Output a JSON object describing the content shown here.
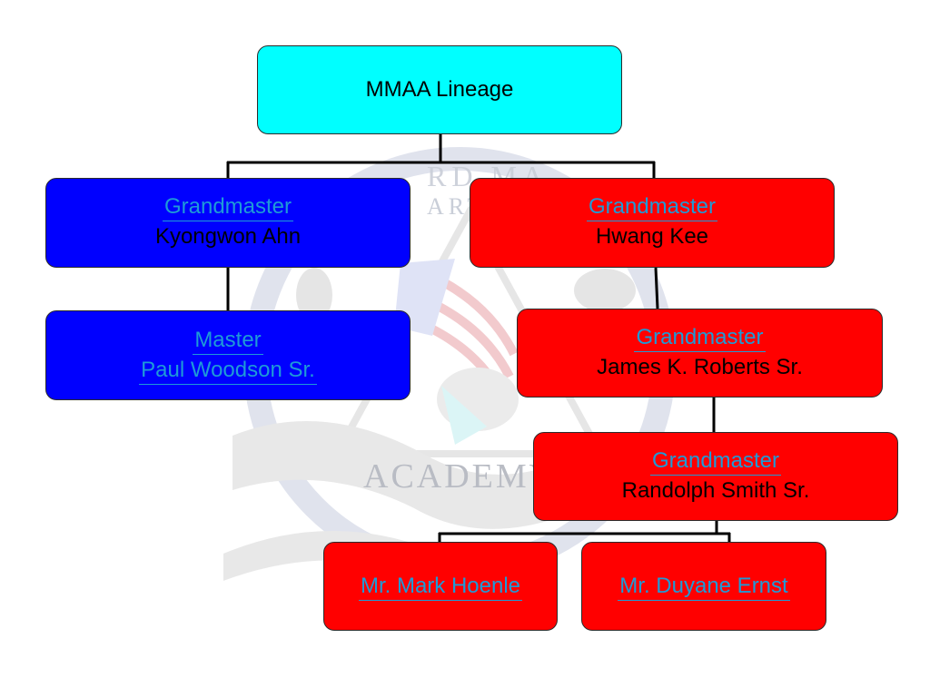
{
  "diagram": {
    "root": {
      "label": "MMAA Lineage"
    },
    "nodes": {
      "ahn": {
        "rank": "Grandmaster",
        "name": "Kyongwon Ahn",
        "color": "#0000ff"
      },
      "kee": {
        "rank": "Grandmaster",
        "name": "Hwang Kee",
        "color": "#ff0000"
      },
      "woodson": {
        "rank": "Master",
        "name": "Paul Woodson Sr.",
        "color": "#0000ff"
      },
      "roberts": {
        "rank": "Grandmaster",
        "name": "James K. Roberts Sr.",
        "color": "#ff0000"
      },
      "smith": {
        "rank": "Grandmaster",
        "name": "Randolph Smith Sr.",
        "color": "#ff0000"
      },
      "hoenle": {
        "name": "Mr. Mark Hoenle",
        "color": "#ff0000"
      },
      "ernst": {
        "name": "Mr. Duyane Ernst",
        "color": "#ff0000"
      }
    },
    "edges": [
      [
        "root",
        "ahn"
      ],
      [
        "root",
        "kee"
      ],
      [
        "ahn",
        "woodson"
      ],
      [
        "kee",
        "roberts"
      ],
      [
        "roberts",
        "smith"
      ],
      [
        "smith",
        "hoenle"
      ],
      [
        "smith",
        "ernst"
      ]
    ],
    "colors": {
      "root_fill": "#00ffff",
      "blue_fill": "#0000ff",
      "red_fill": "#ff0000",
      "link_text": "#1e9bd7"
    }
  },
  "watermark": {
    "top_text": "RD MA",
    "top_text_2": "ART",
    "bottom_text": "ACADEMY"
  }
}
